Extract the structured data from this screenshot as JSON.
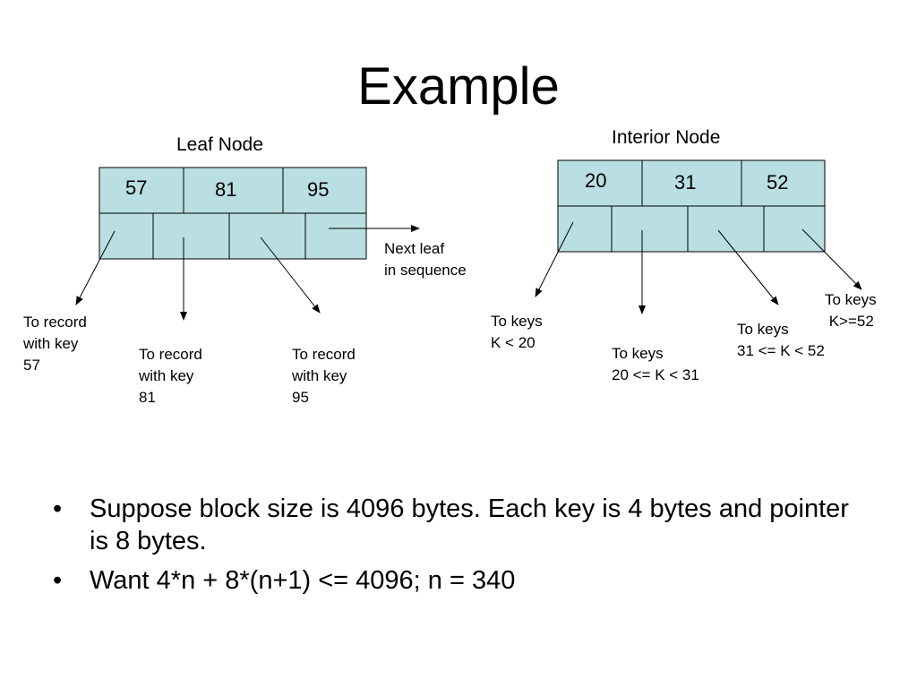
{
  "slide": {
    "title": "Example"
  },
  "leaf_node": {
    "label": "Leaf Node",
    "keys": [
      "57",
      "81",
      "95"
    ],
    "next_label": "Next leaf\nin sequence",
    "record_labels": [
      "To record\nwith key\n57",
      "To record\nwith key\n81",
      "To record\nwith key\n95"
    ]
  },
  "interior_node": {
    "label": "Interior Node",
    "keys": [
      "20",
      "31",
      "52"
    ],
    "child_labels": [
      "To keys\nK < 20",
      "To keys\n20 <= K < 31",
      "To keys\n31 <= K < 52",
      "To keys\n K>=52"
    ]
  },
  "bullets": [
    "Suppose block size is 4096 bytes. Each key is 4 bytes and pointer is 8 bytes.",
    "Want 4*n + 8*(n+1) <= 4096; n = 340"
  ],
  "colors": {
    "cell_fill": "#b9dfe2",
    "stroke": "#000000"
  }
}
